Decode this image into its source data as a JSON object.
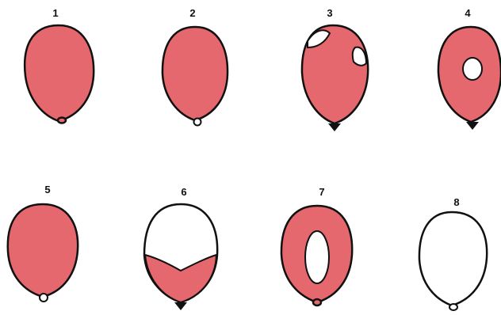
{
  "colors": {
    "fill": "#e4686d",
    "outline": "#111111",
    "background": "#ffffff"
  },
  "items": [
    {
      "label": "1"
    },
    {
      "label": "2"
    },
    {
      "label": "3"
    },
    {
      "label": "4"
    },
    {
      "label": "5"
    },
    {
      "label": "6"
    },
    {
      "label": "7"
    },
    {
      "label": "8"
    }
  ]
}
